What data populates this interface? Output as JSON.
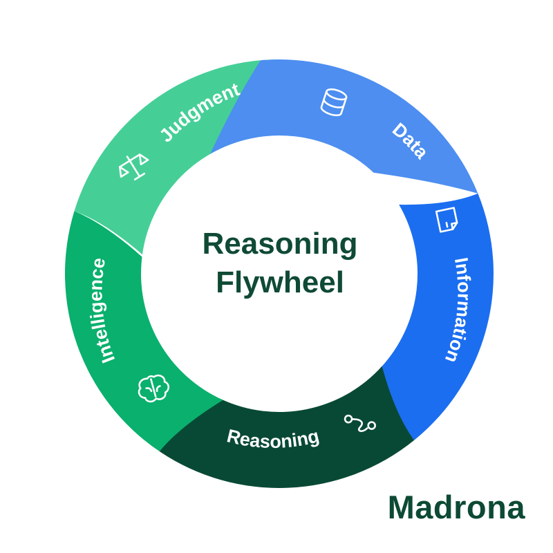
{
  "title": {
    "line1": "Reasoning",
    "line2": "Flywheel"
  },
  "brand": "Madrona",
  "segments": [
    {
      "id": "data",
      "label": "Data",
      "icon": "database-icon",
      "color": "#4d8ef0"
    },
    {
      "id": "information",
      "label": "Information",
      "icon": "document-icon",
      "color": "#1b6ef0"
    },
    {
      "id": "reasoning",
      "label": "Reasoning",
      "icon": "route-icon",
      "color": "#084935"
    },
    {
      "id": "intelligence",
      "label": "Intelligence",
      "icon": "brain-icon",
      "color": "#0ab06d"
    },
    {
      "id": "judgment",
      "label": "Judgment",
      "icon": "scales-icon",
      "color": "#45cf97"
    }
  ],
  "colors": {
    "title_text": "#0f4a35",
    "brand_text": "#0d4a33"
  }
}
